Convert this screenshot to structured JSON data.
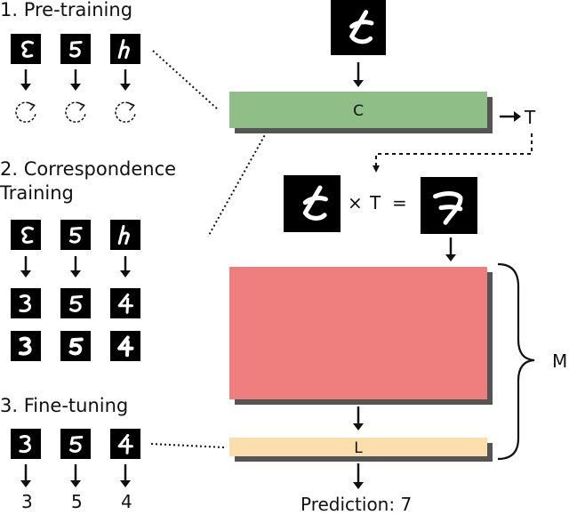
{
  "diagram": {
    "stages": {
      "pretraining": "1. Pre-training",
      "correspondence_line1": "2. Correspondence",
      "correspondence_line2": "Training",
      "finetuning": "3. Fine-tuning"
    },
    "blocks": {
      "classifier": "C",
      "transform_output": "T",
      "main_network": "",
      "last_layer": "L",
      "module_brace": "M"
    },
    "equation": {
      "times": "×",
      "transform": "T",
      "equals": "="
    },
    "finetune_labels": [
      "3",
      "5",
      "4"
    ],
    "prediction": "Prediction: 7",
    "colors": {
      "classifier": "#8fbe86",
      "main_network": "#ef7f7f",
      "last_layer": "#fadfad",
      "shadow": "#555555",
      "digit_background": "#000000",
      "digit_stroke": "#ffffff"
    },
    "icons": {
      "pretraining_target": "dashed-circular-arrow-icon",
      "flow": "down-arrow-icon"
    }
  }
}
